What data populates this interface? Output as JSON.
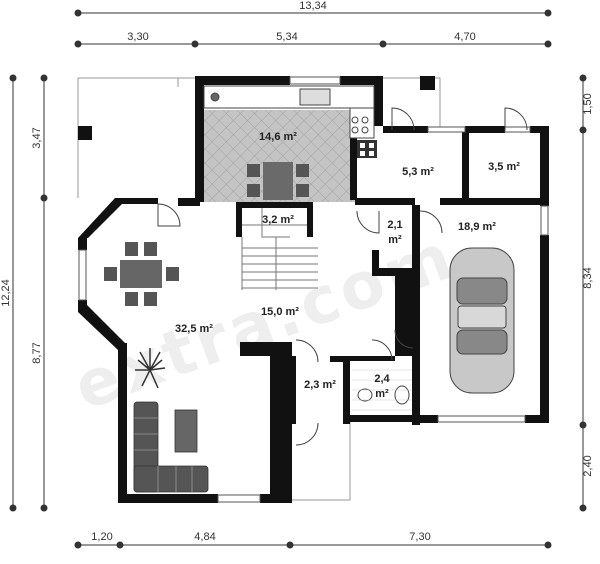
{
  "watermark": "extra.com",
  "dimensions": {
    "top_total": "13,34",
    "top_segments": [
      "3,30",
      "5,34",
      "4,70"
    ],
    "bottom_segments": [
      "1,20",
      "4,84",
      "7,30"
    ],
    "left_total": "12,24",
    "left_segments": [
      "3,47",
      "8,77"
    ],
    "right_segments": [
      "1,50",
      "8,34",
      "2,40"
    ]
  },
  "rooms": [
    {
      "id": "kitchen",
      "area": "14,6 m²"
    },
    {
      "id": "utility",
      "area": "5,3 m²"
    },
    {
      "id": "boiler",
      "area": "3,5 m²"
    },
    {
      "id": "stair-storage",
      "area": "3,2 m²"
    },
    {
      "id": "corridor",
      "area": "2,1",
      "area2": "m²"
    },
    {
      "id": "garage",
      "area": "18,9 m²"
    },
    {
      "id": "hall",
      "area": "15,0 m²"
    },
    {
      "id": "living",
      "area": "32,5 m²"
    },
    {
      "id": "entry",
      "area": "2,3 m²"
    },
    {
      "id": "wc",
      "area": "2,4",
      "area2": "m²"
    }
  ],
  "colors": {
    "wall": "#111111",
    "tile": "#bdbdbd",
    "furniture": "#555555",
    "floor": "#ffffff"
  }
}
